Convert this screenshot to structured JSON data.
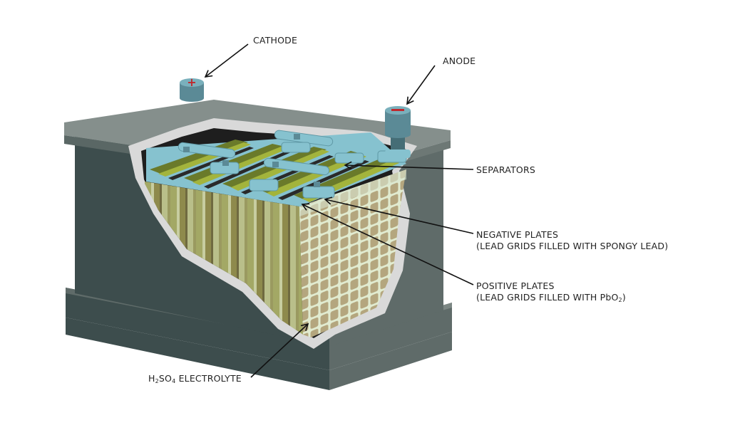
{
  "diagram": {
    "title": "Lead-acid battery cutaway",
    "labels": {
      "cathode": "CATHODE",
      "anode": "ANODE",
      "separators": "SEPARATORS",
      "negative_plates_title": "NEGATIVE PLATES",
      "negative_plates_desc": "(LEAD GRIDS FILLED WITH SPONGY LEAD)",
      "positive_plates_title": "POSITIVE PLATES",
      "positive_plates_desc_prefix": "(LEAD GRIDS FILLED WITH PbO",
      "positive_plates_desc_sub": "2",
      "positive_plates_desc_suffix": ")",
      "electrolyte_h": "H",
      "electrolyte_sub1": "2",
      "electrolyte_so": "SO",
      "electrolyte_sub2": "4",
      "electrolyte_suffix": " ELECTROLYTE"
    },
    "terminal_symbols": {
      "positive": "+",
      "negative": "−"
    },
    "colors": {
      "case_dark": "#3d4d4d",
      "case_mid": "#5f6b69",
      "case_top": "#858f8c",
      "case_rim": "#d9d9d9",
      "terminal": "#5b8a96",
      "terminal_top": "#7ab0bc",
      "sign_red": "#c0282d",
      "connector": "#86c2cf",
      "plate_green_dark": "#6a7a2a",
      "plate_green_light": "#a3b43c",
      "grid_fill": "#b4a67e",
      "grid_line": "#e1ebd0",
      "plate_front": "#a7a45a"
    }
  }
}
